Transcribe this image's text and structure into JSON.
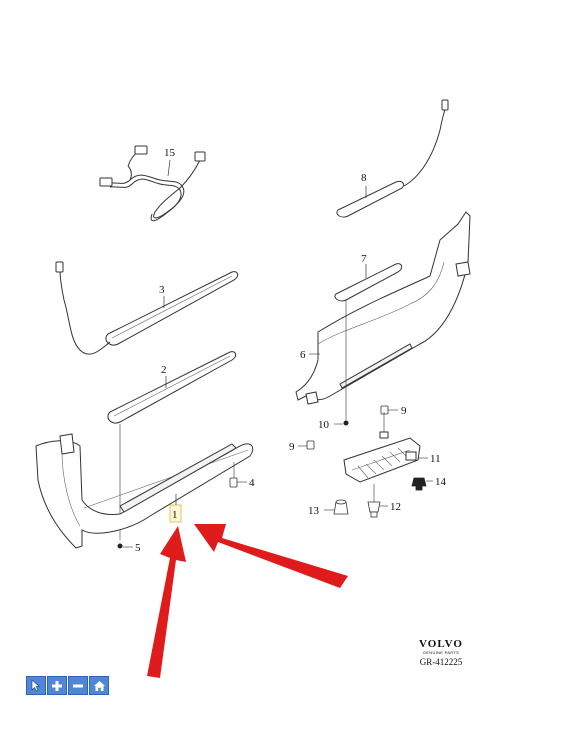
{
  "diagram": {
    "callouts": {
      "c1": "1",
      "c2": "2",
      "c3": "3",
      "c4": "4",
      "c5": "5",
      "c6": "6",
      "c7": "7",
      "c8": "8",
      "c9a": "9",
      "c9b": "9",
      "c10": "10",
      "c11": "11",
      "c12": "12",
      "c13": "13",
      "c14": "14",
      "c15": "15"
    },
    "highlight_color": "#e8c25a",
    "arrow_color": "#e01b1b",
    "line_color": "#333333"
  },
  "brand": {
    "name": "VOLVO",
    "subtitle": "GENUINE PARTS",
    "code": "GR-412225"
  },
  "toolbar": {
    "buttons": [
      {
        "icon": "pointer-icon"
      },
      {
        "icon": "zoom-in-icon"
      },
      {
        "icon": "zoom-out-icon"
      },
      {
        "icon": "home-icon"
      }
    ],
    "color": "#4f86d6"
  }
}
